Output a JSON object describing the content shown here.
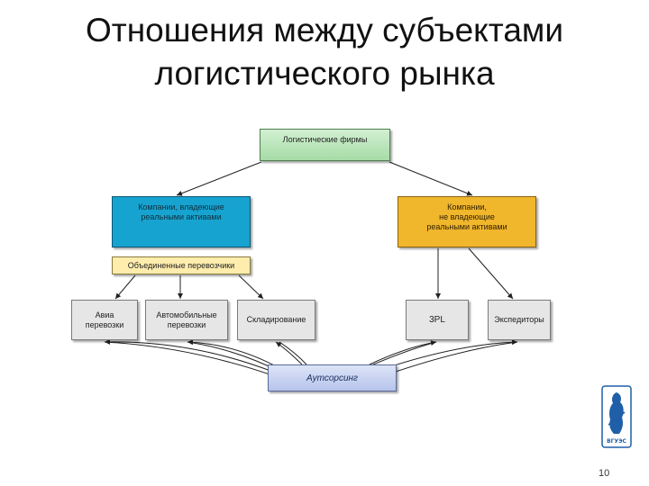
{
  "slide": {
    "title_line1": "Отношения между субъектами",
    "title_line2": "логистического рынка",
    "page_number": "10"
  },
  "nodes": {
    "logistics_firms": "Логистические фирмы",
    "asset_owners_line1": "Компании, владеющие",
    "asset_owners_line2": "реальными активами",
    "non_asset_line1": "Компании,",
    "non_asset_line2": "не владеющие",
    "non_asset_line3": "реальными активами",
    "merged_carriers": "Объединенные перевозчики",
    "air_line1": "Авиа",
    "air_line2": "перевозки",
    "road_line1": "Автомобильные",
    "road_line2": "перевозки",
    "warehousing": "Складирование",
    "third_party": "3PL",
    "forwarders": "Экспедиторы",
    "outsourcing": "Аутсорсинг"
  },
  "logo": {
    "text": "ВГУЭС",
    "color": "#1e5fa8"
  },
  "colors": {
    "top_box": "#b9e6b9",
    "asset_owners": "#17a3cf",
    "non_asset": "#f0b62c",
    "merged": "#ffedae",
    "gray_box": "#e6e6e6",
    "outsourcing": "#c6d1f1"
  }
}
